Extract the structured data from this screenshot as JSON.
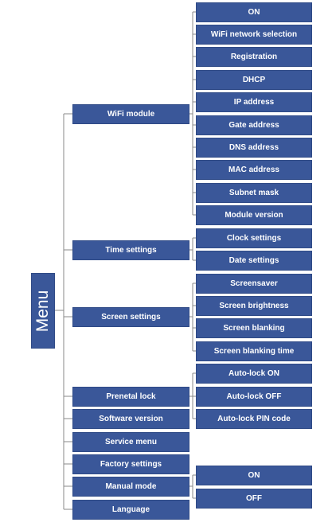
{
  "diagram": {
    "root": "Menu",
    "colors": {
      "box_fill": "#3a5799",
      "connector": "#8a8a8a",
      "text": "#ffffff"
    },
    "level1": [
      {
        "label": "WiFi module"
      },
      {
        "label": "Time settings"
      },
      {
        "label": "Screen settings"
      },
      {
        "label": "Prenetal lock"
      },
      {
        "label": "Software version"
      },
      {
        "label": "Service menu"
      },
      {
        "label": "Factory settings"
      },
      {
        "label": "Manual mode"
      },
      {
        "label": "Language"
      }
    ],
    "level2": {
      "wifi_module": [
        "ON",
        "WiFi network selection",
        "Registration",
        "DHCP",
        "IP address",
        "Gate address",
        "DNS address",
        "MAC address",
        "Subnet mask",
        "Module version"
      ],
      "time_settings": [
        "Clock settings",
        "Date settings"
      ],
      "screen_settings": [
        "Screensaver",
        "Screen brightness",
        "Screen blanking",
        "Screen blanking time"
      ],
      "prenetal_lock": [
        "Auto-lock ON",
        "Auto-lock OFF",
        "Auto-lock PIN code"
      ],
      "manual_mode": [
        "ON",
        "OFF"
      ]
    }
  }
}
